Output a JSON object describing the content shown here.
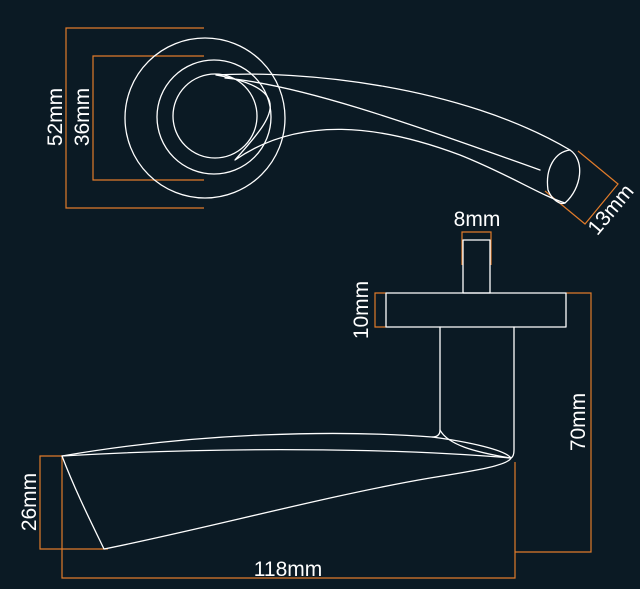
{
  "colors": {
    "background": "#0b1a24",
    "outline": "#ffffff",
    "dimension": "#e07b2a"
  },
  "top_view": {
    "outer_rose_diameter": "52mm",
    "inner_rose_diameter": "36mm",
    "lever_end_width": "13mm"
  },
  "side_view": {
    "spindle_width": "8mm",
    "rose_thickness": "10mm",
    "lever_projection": "70mm",
    "lever_end_height": "26mm",
    "lever_length": "118mm"
  }
}
